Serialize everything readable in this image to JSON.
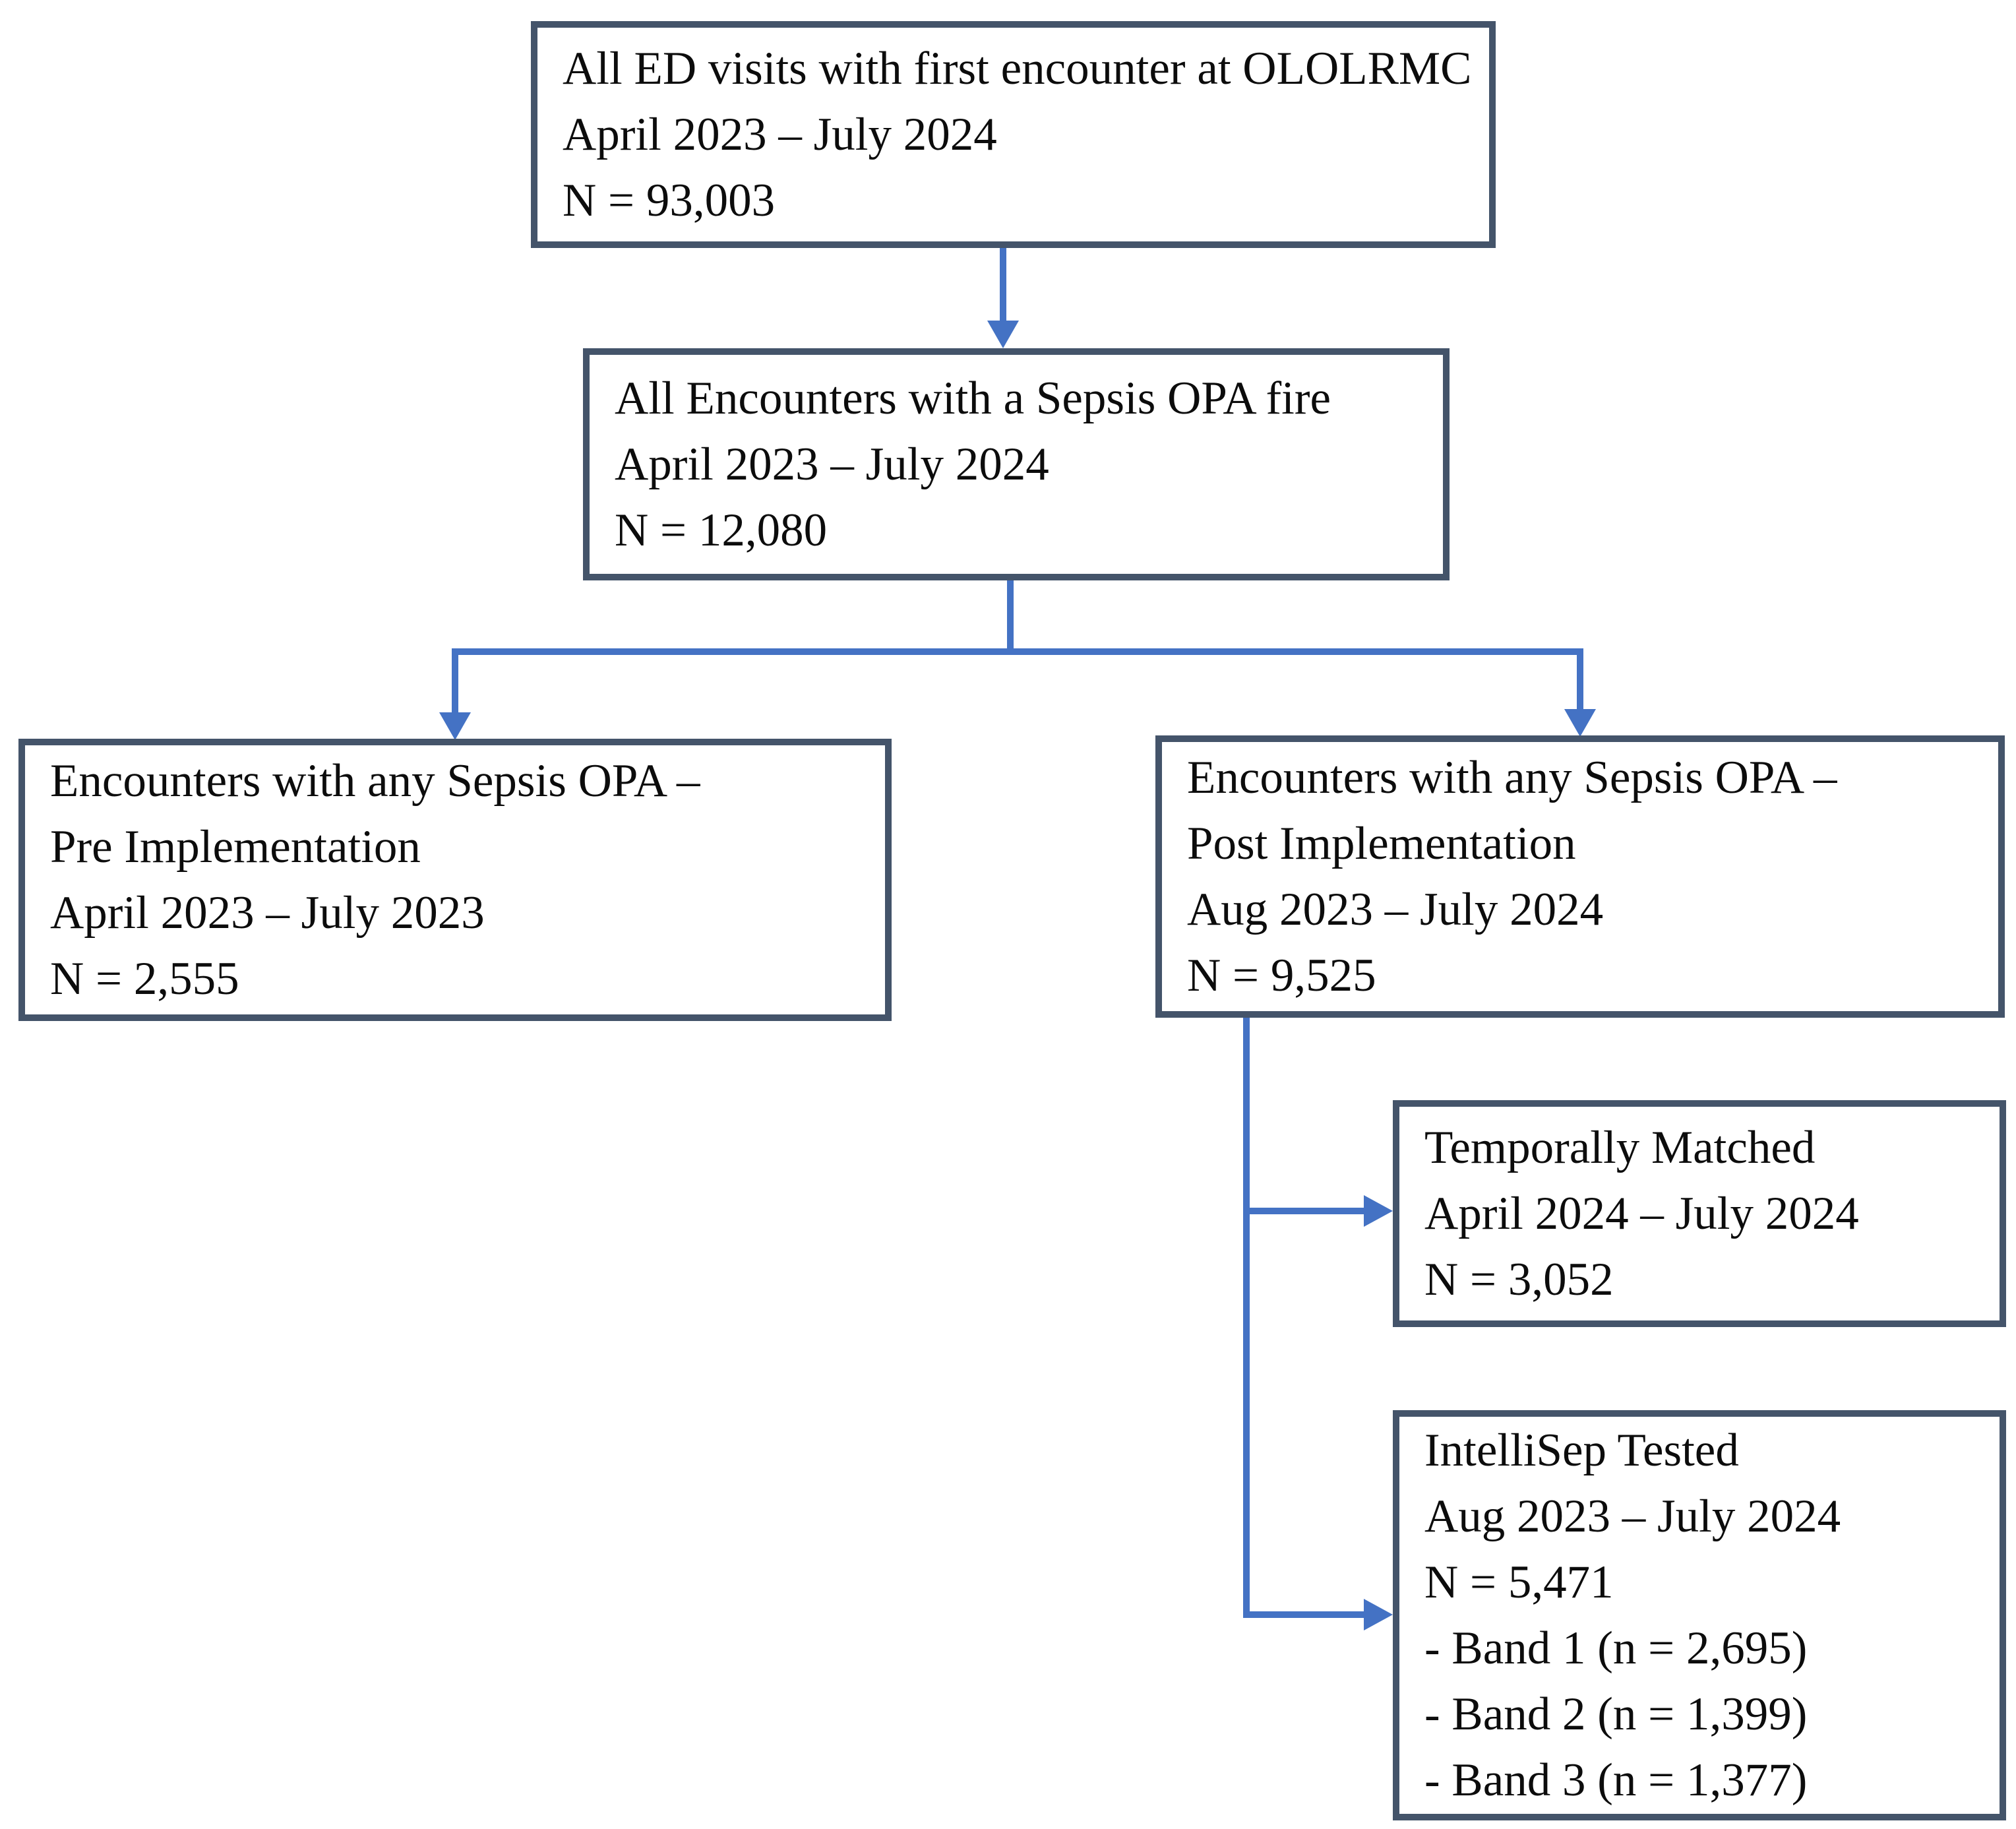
{
  "diagram": {
    "type": "flowchart",
    "colors": {
      "box_border": "#44546A",
      "arrow": "#4472C4",
      "text": "#000000",
      "background": "#FFFFFF"
    },
    "boxes": {
      "ed_visits": {
        "lines": [
          "All ED visits with first encounter at OLOLRMC",
          "April 2023 – July 2024",
          "N = 93,003"
        ]
      },
      "opa_fire": {
        "lines": [
          "All Encounters with a Sepsis OPA fire",
          "April 2023 – July 2024",
          "N = 12,080"
        ]
      },
      "pre_implementation": {
        "lines": [
          "Encounters with any Sepsis OPA –",
          "Pre Implementation",
          "April 2023 – July 2023",
          "N = 2,555"
        ]
      },
      "post_implementation": {
        "lines": [
          "Encounters with any Sepsis OPA –",
          "Post Implementation",
          "Aug 2023 – July 2024",
          "N = 9,525"
        ]
      },
      "temporally_matched": {
        "lines": [
          "Temporally Matched",
          "April 2024 – July 2024",
          "N = 3,052"
        ]
      },
      "intellisep_tested": {
        "lines": [
          "IntelliSep Tested",
          "Aug 2023 – July 2024",
          "N = 5,471",
          "- Band 1 (n = 2,695)",
          "- Band 2 (n = 1,399)",
          "- Band 3 (n = 1,377)"
        ]
      }
    }
  }
}
